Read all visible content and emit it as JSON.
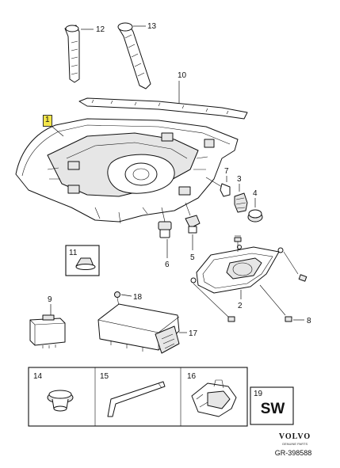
{
  "callouts": {
    "c1": "1",
    "c2": "2",
    "c3": "3",
    "c4": "4",
    "c5": "5",
    "c6": "6",
    "c7": "7",
    "c8": "8",
    "c9": "9",
    "c10": "10",
    "c11": "11",
    "c12": "12",
    "c13": "13",
    "c14": "14",
    "c15": "15",
    "c16": "16",
    "c17": "17",
    "c18": "18",
    "c19": "19"
  },
  "highlight": {
    "label": "1",
    "color": "#f4e64a"
  },
  "sw_box": {
    "text": "SW"
  },
  "brand": {
    "logo": "VOLVO",
    "subtitle": "GENUINE PARTS"
  },
  "reference": "GR-398588",
  "icons": {
    "headlamp": "headlamp-assembly-icon",
    "bulb": "bulb-icon",
    "screw": "screw-icon",
    "module": "control-module-icon",
    "grommet": "grommet-icon",
    "key": "allen-key-icon",
    "bracket": "bracket-icon"
  }
}
